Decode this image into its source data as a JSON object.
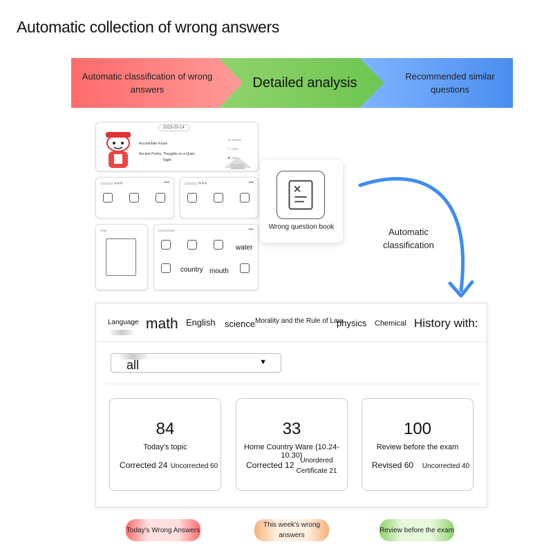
{
  "page_title": "Automatic collection of wrong answers",
  "banner": {
    "step1": "Automatic classification of wrong answers",
    "step2": "Detailed analysis",
    "step3": "Recommended similar questions"
  },
  "mock_app": {
    "hero_text_1": "Accumulate house",
    "hero_text_2": "Ancient Poetry, Thoughts on a Quiet",
    "hero_text_3": "Night",
    "words": {
      "water": "water",
      "country": "country",
      "mouth": "mouth"
    }
  },
  "wrong_question_book": {
    "label": "Wrong question book"
  },
  "flow_label": "Automatic classification",
  "tabs": [
    {
      "label": "Language"
    },
    {
      "label": "math"
    },
    {
      "label": "English"
    },
    {
      "label": "science"
    },
    {
      "label": "Morality and the Rule of Law"
    },
    {
      "label": "physics"
    },
    {
      "label": "Chemical"
    },
    {
      "label": "History with:"
    }
  ],
  "filter": {
    "value": "all",
    "caret": "▼"
  },
  "stats": [
    {
      "number": "84",
      "label": "Today's topic",
      "left": "Corrected 24",
      "right": "Uncorrected 60"
    },
    {
      "number": "33",
      "label": "Home Country Ware (10.24-10.30)",
      "left": "Corrected 12",
      "right": "Unordered Certificate 21"
    },
    {
      "number": "100",
      "label": "Review before the exam",
      "left": "Revised 60",
      "right": "Uncorrected 40"
    }
  ],
  "bottom_buttons": [
    {
      "label": "Today's Wrong Answers",
      "color": "#ff6b6b"
    },
    {
      "label": "This week's wrong answers",
      "color": "#f7b27a"
    },
    {
      "label": "Review before the exam",
      "color": "#8fd36c"
    }
  ]
}
